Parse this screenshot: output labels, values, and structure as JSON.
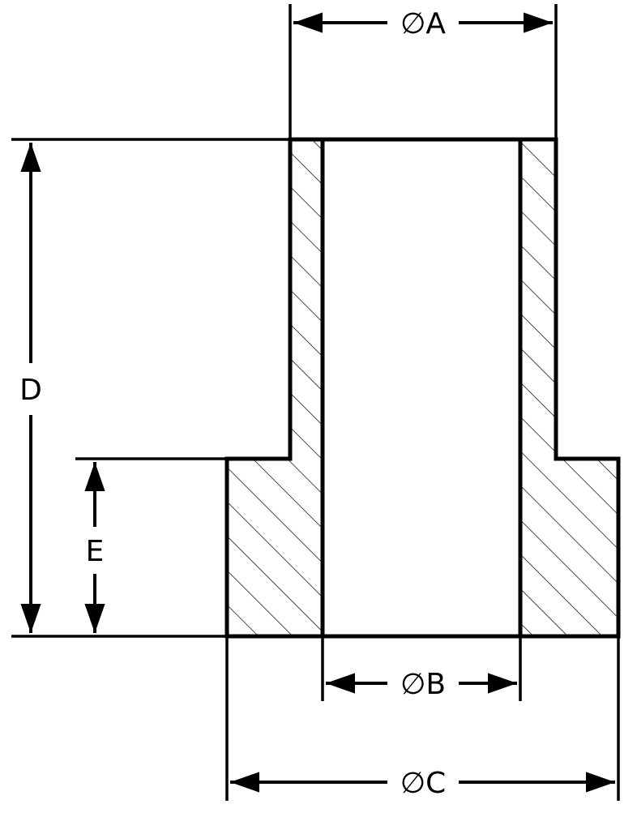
{
  "diagram": {
    "type": "flanged-bushing-cross-section",
    "line_color": "#000000",
    "background": "#ffffff",
    "dimensions": {
      "outer_diameter_sleeve": "A",
      "inner_diameter": "B",
      "flange_diameter": "C",
      "overall_length": "D",
      "flange_thickness": "E",
      "diameter_symbol": "∅"
    }
  }
}
